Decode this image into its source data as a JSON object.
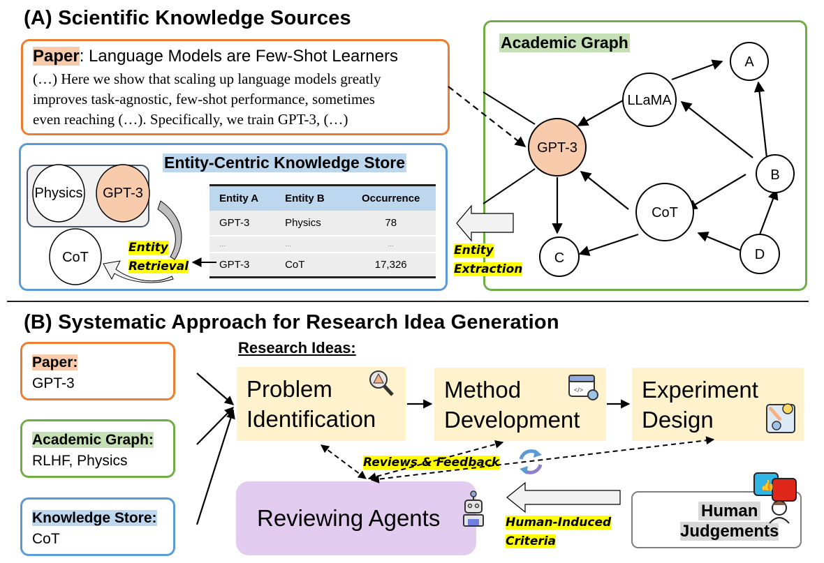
{
  "sectionA": {
    "title": "(A) Scientific Knowledge Sources",
    "paper": {
      "label": "Paper",
      "title": ": Language Models are Few-Shot Learners",
      "lines": [
        "(…) Here we show that scaling up language models greatly",
        "improves task-agnostic, few-shot performance, sometimes",
        "even reaching (…). Specifically, we train GPT-3, (…)"
      ]
    },
    "knowledgeStore": {
      "title": "Entity-Centric Knowledge Store",
      "entities": [
        "Physics",
        "GPT-3",
        "CoT"
      ],
      "retrieval_label": [
        "Entity",
        "Retrieval"
      ],
      "table": {
        "headers": [
          "Entity A",
          "Entity B",
          "Occurrence"
        ],
        "rows": [
          [
            "GPT-3",
            "Physics",
            "78"
          ],
          [
            "…",
            "…",
            "…"
          ],
          [
            "GPT-3",
            "CoT",
            "17,326"
          ]
        ]
      }
    },
    "extraction_label": [
      "Entity",
      "Extraction"
    ],
    "academicGraph": {
      "title": "Academic Graph",
      "nodes": [
        "A",
        "LLaMA",
        "GPT-3",
        "B",
        "CoT",
        "C",
        "D"
      ]
    }
  },
  "sectionB": {
    "title": "(B) Systematic Approach for Research Idea Generation",
    "inputs": [
      {
        "label": "Paper:",
        "value": "GPT-3"
      },
      {
        "label": "Academic Graph:",
        "value": "RLHF, Physics"
      },
      {
        "label": "Knowledge Store:",
        "value": "CoT"
      }
    ],
    "ideas_heading": "Research Ideas:",
    "ideas": [
      {
        "line1": "Problem",
        "line2": "Identification",
        "icon": "magnifier-warning-icon"
      },
      {
        "line1": "Method",
        "line2": "Development",
        "icon": "code-window-gear-icon"
      },
      {
        "line1": "Experiment",
        "line2": "Design",
        "icon": "blueprint-bulb-icon"
      }
    ],
    "feedback_label": "Reviews & Feedback",
    "reviewing_agents": "Reviewing Agents",
    "criteria_label": [
      "Human-Induced",
      "Criteria"
    ],
    "human_judgements": [
      "Human",
      "Judgements"
    ]
  },
  "colors": {
    "orange": "#ed7d31",
    "green": "#70ad47",
    "blue": "#5b9bd5",
    "gpt3_fill": "#f8cbad",
    "idea_fill": "#fff2cc",
    "agent_fill": "#e2cdf0",
    "highlight": "#ffff00"
  }
}
